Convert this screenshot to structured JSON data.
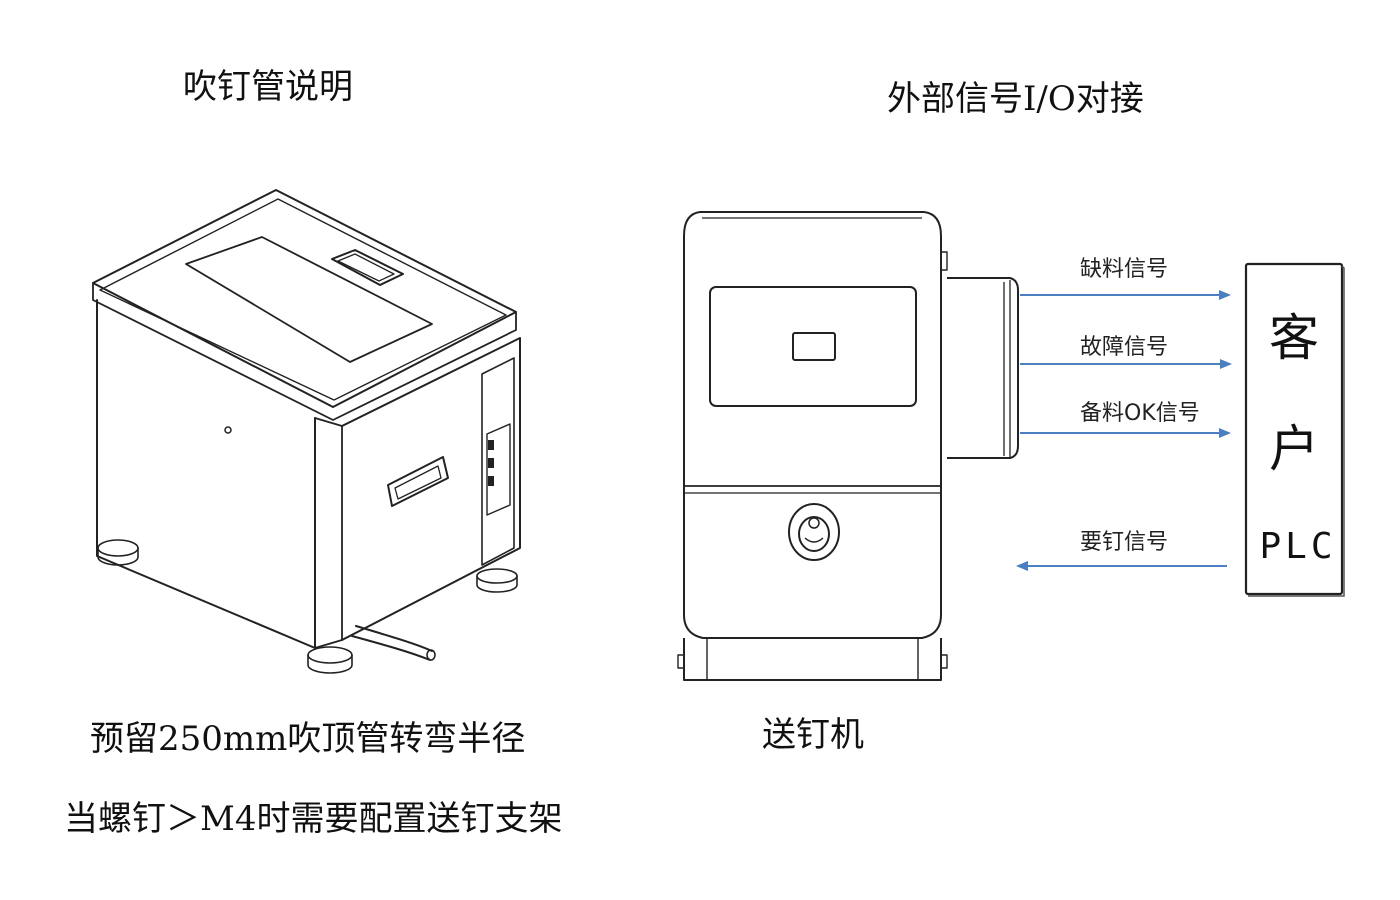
{
  "left_panel": {
    "title": "吹钉管说明",
    "note_radius": "预留250mm吹顶管转弯半径",
    "note_bracket": "当螺钉＞M4时需要配置送钉支架"
  },
  "right_panel": {
    "title": "外部信号I/O对接",
    "machine_caption": "送钉机",
    "signals": {
      "out_1": "缺料信号",
      "out_2": "故障信号",
      "out_3": "备料OK信号",
      "in_1": "要钉信号"
    },
    "plc_box": {
      "char_1": "客",
      "char_2": "户",
      "latin": "PLC"
    },
    "arrow_color": "#4a7fc1"
  }
}
